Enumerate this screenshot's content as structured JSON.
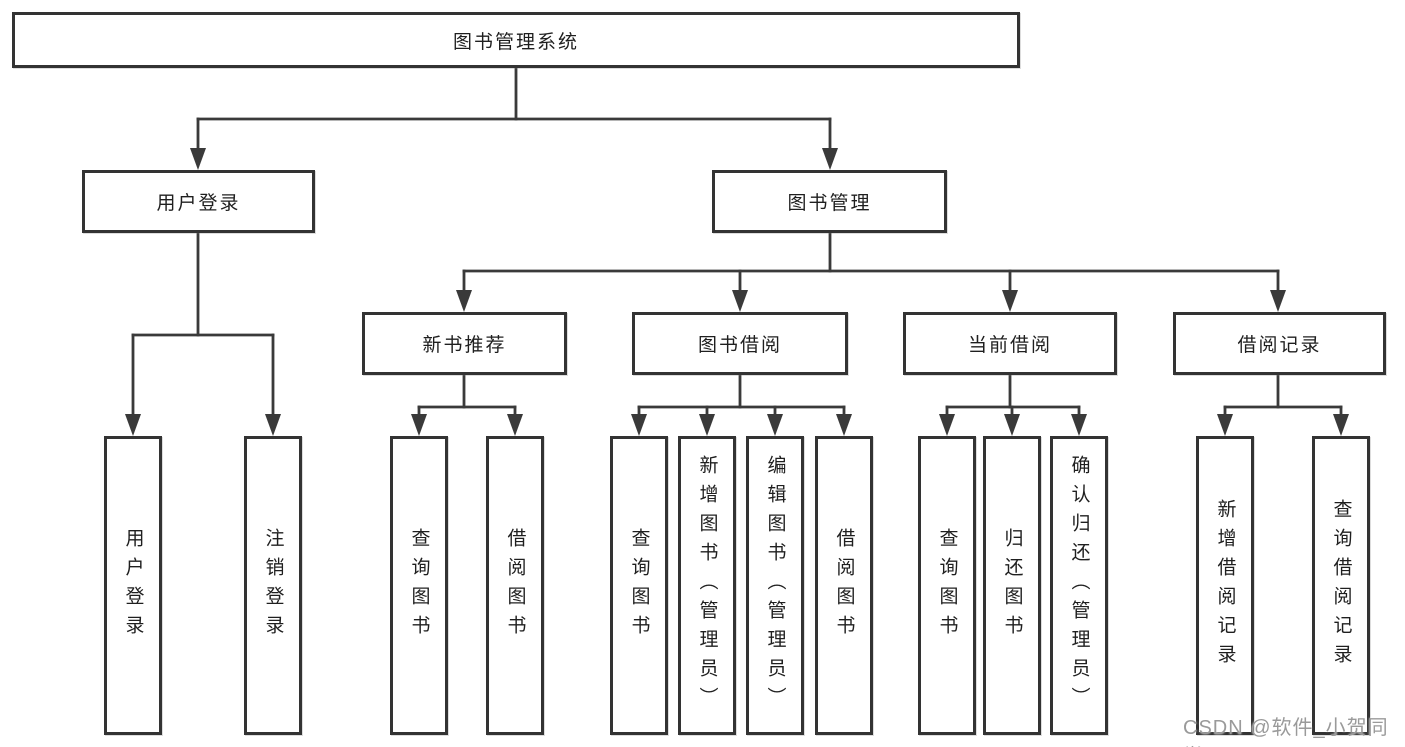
{
  "tree": {
    "label": "图书管理系统",
    "children": [
      {
        "label": "用户登录",
        "children": [
          {
            "label": "用户登录"
          },
          {
            "label": "注销登录"
          }
        ]
      },
      {
        "label": "图书管理",
        "children": [
          {
            "label": "新书推荐",
            "children": [
              {
                "label": "查询图书"
              },
              {
                "label": "借阅图书"
              }
            ]
          },
          {
            "label": "图书借阅",
            "children": [
              {
                "label": "查询图书"
              },
              {
                "label": "新增图书（管理员）"
              },
              {
                "label": "编辑图书（管理员）"
              },
              {
                "label": "借阅图书"
              }
            ]
          },
          {
            "label": "当前借阅",
            "children": [
              {
                "label": "查询图书"
              },
              {
                "label": "归还图书"
              },
              {
                "label": "确认归还（管理员）"
              }
            ]
          },
          {
            "label": "借阅记录",
            "children": [
              {
                "label": "新增借阅记录"
              },
              {
                "label": "查询借阅记录"
              }
            ]
          }
        ]
      }
    ]
  },
  "watermark": "CSDN @软件_小贺同学",
  "colors": {
    "line": "#3a3a3a",
    "border": "#333333",
    "text": "#1f1f1f",
    "watermark": "#9a9a9a",
    "background": "#ffffff"
  }
}
